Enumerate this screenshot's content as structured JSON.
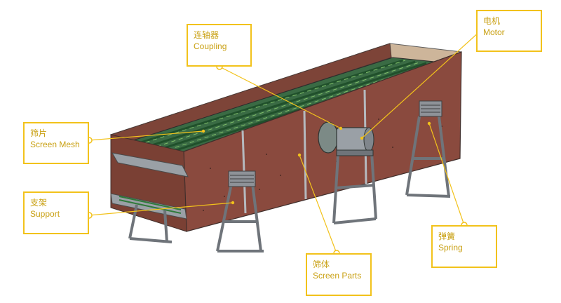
{
  "callouts": {
    "coupling": {
      "zh": "连轴器",
      "en": "Coupling"
    },
    "motor": {
      "zh": "电机",
      "en": "Motor"
    },
    "screen_mesh": {
      "zh": "筛片",
      "en": "Screen Mesh"
    },
    "support": {
      "zh": "支架",
      "en": "Support"
    },
    "spring": {
      "zh": "弹簧",
      "en": "Spring"
    },
    "screen_parts": {
      "zh": "筛体",
      "en": "Screen Parts"
    }
  },
  "colors": {
    "callout_border": "#f2c21b",
    "callout_text": "#c9a012",
    "body_red": "#8a4a3e",
    "mesh_green": "#2f7a3a",
    "frame_gray": "#8e9298"
  }
}
